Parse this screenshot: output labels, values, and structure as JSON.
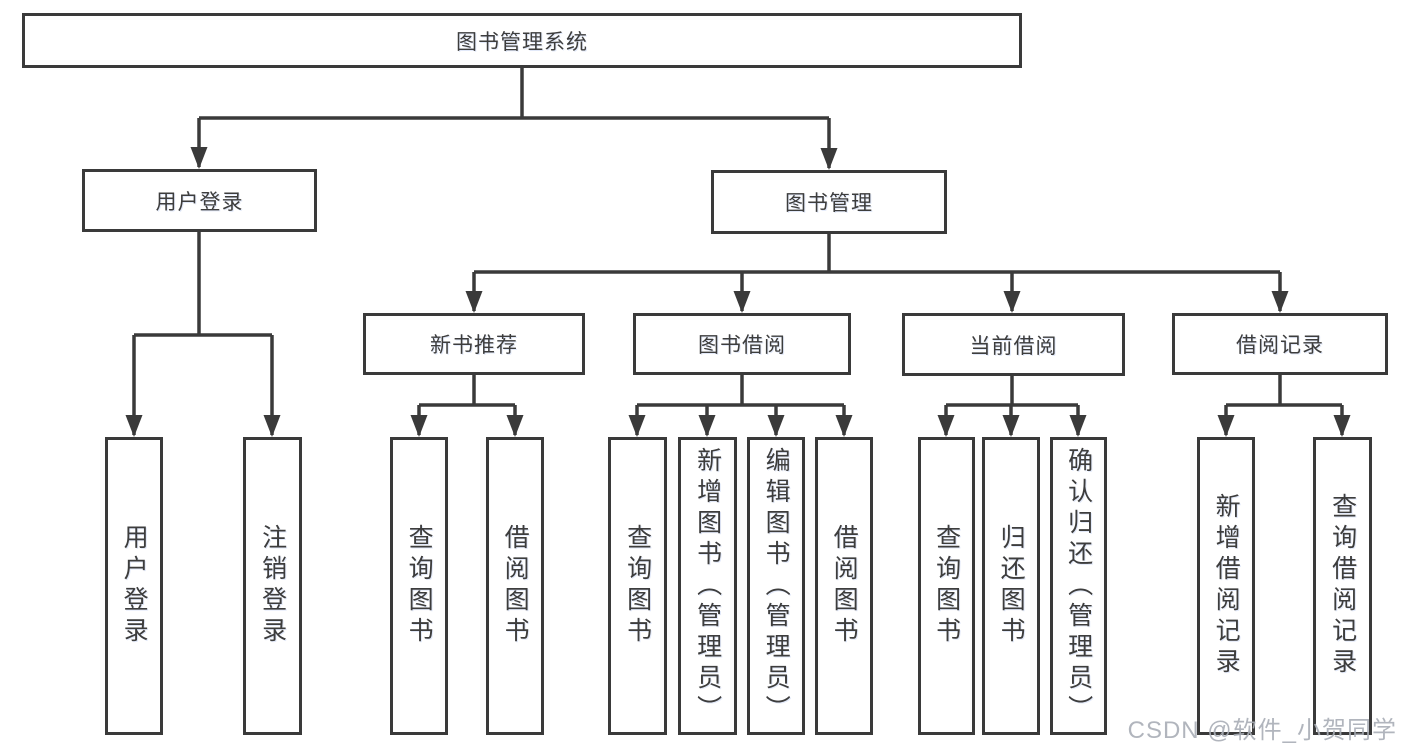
{
  "tree": {
    "root": {
      "label": "图书管理系统",
      "children": [
        {
          "label": "用户登录",
          "children": [
            {
              "label": "用户登录"
            },
            {
              "label": "注销登录"
            }
          ]
        },
        {
          "label": "图书管理",
          "children": [
            {
              "label": "新书推荐",
              "children": [
                {
                  "label": "查询图书"
                },
                {
                  "label": "借阅图书"
                }
              ]
            },
            {
              "label": "图书借阅",
              "children": [
                {
                  "label": "查询图书"
                },
                {
                  "label": "新增图书（管理员）"
                },
                {
                  "label": "编辑图书（管理员）"
                },
                {
                  "label": "借阅图书"
                }
              ]
            },
            {
              "label": "当前借阅",
              "children": [
                {
                  "label": "查询图书"
                },
                {
                  "label": "归还图书"
                },
                {
                  "label": "确认归还（管理员）"
                }
              ]
            },
            {
              "label": "借阅记录",
              "children": [
                {
                  "label": "新增借阅记录"
                },
                {
                  "label": "查询借阅记录"
                }
              ]
            }
          ]
        }
      ]
    }
  },
  "watermark": "CSDN @软件_小贺同学",
  "colors": {
    "line": "#3a3a3a",
    "text": "#3d3d3d",
    "background": "#ffffff",
    "watermark": "#a9aeb6"
  }
}
